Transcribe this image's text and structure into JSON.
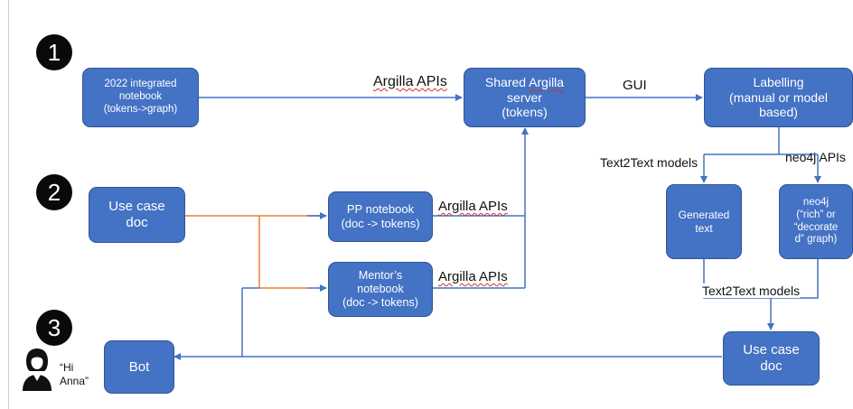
{
  "badges": {
    "one": "1",
    "two": "2",
    "three": "3"
  },
  "boxes": {
    "notebook_2022": "2022 integrated\nnotebook\n(tokens->graph)",
    "use_case_doc_top": "Use case\ndoc",
    "pp_notebook": "PP notebook\n(doc -> tokens)",
    "mentor_notebook": "Mentor’s\nnotebook\n(doc -> tokens)",
    "shared_server_line1": "Shared ",
    "shared_server_word": "Argilla",
    "shared_server_line2": "server\n(tokens)",
    "labelling": "Labelling\n(manual or model\nbased)",
    "generated_text": "Generated\ntext",
    "neo4j_graph": "neo4j\n(“rich” or\n“decorate\nd” graph)",
    "use_case_doc_bottom": "Use case\ndoc",
    "bot": "Bot"
  },
  "labels": {
    "argilla_apis_top": "Argilla APIs",
    "gui": "GUI",
    "text2text_models_top": "Text2Text models",
    "neo4j_apis": "neo4j APIs",
    "argilla_apis_pp": "Argilla APIs",
    "argilla_apis_mentor": "Argilla APIs",
    "text2text_models_bottom": "Text2Text models"
  },
  "person": {
    "quote_line1": "“Hi",
    "quote_line2": "Anna”"
  },
  "colors": {
    "box_fill": "#4472c4",
    "connector_blue": "#4472c4",
    "connector_orange": "#ed7d31"
  }
}
